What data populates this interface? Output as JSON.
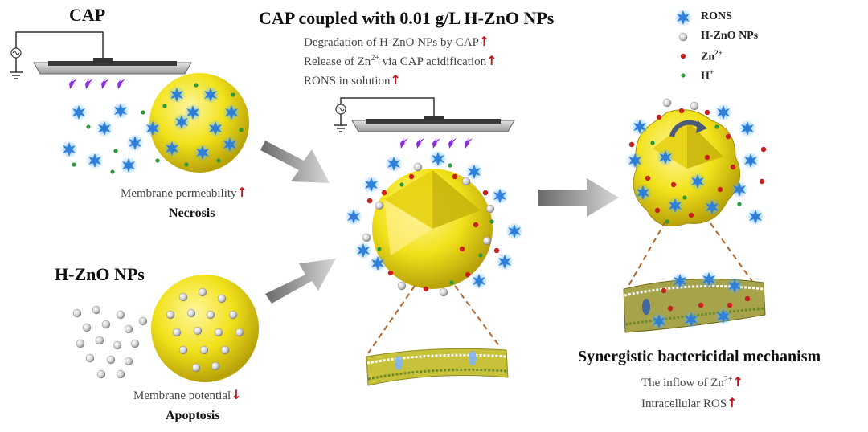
{
  "titles": {
    "cap": "CAP",
    "h_zno": "H-ZnO NPs",
    "coupled": "CAP coupled with 0.01 g/L H-ZnO NPs",
    "synergistic": "Synergistic bactericidal mechanism"
  },
  "notes": {
    "coupled": [
      {
        "pre": "Degradation of H-ZnO NPs by CAP",
        "sup": "",
        "post": ""
      },
      {
        "pre": "Release of Zn",
        "sup": "2+",
        "post": " via CAP acidification"
      },
      {
        "pre": "RONS in solution",
        "sup": "",
        "post": ""
      }
    ],
    "cap_effect": "Membrane permeability",
    "cap_outcome": "Necrosis",
    "zno_effect": "Membrane potential",
    "zno_outcome": "Apoptosis",
    "syn": [
      {
        "pre": "The inflow of Zn",
        "sup": "2+",
        "post": ""
      },
      {
        "pre": "Intracellular ROS",
        "sup": "",
        "post": ""
      }
    ]
  },
  "arrows": {
    "up": "↑",
    "down": "↓"
  },
  "legend": [
    {
      "name": "rons-icon",
      "label": "RONS",
      "sup": ""
    },
    {
      "name": "zno-np-icon",
      "label": "H-ZnO NPs",
      "sup": ""
    },
    {
      "name": "zn-ion-icon",
      "label": "Zn",
      "sup": "2+"
    },
    {
      "name": "proton-icon",
      "label": "H",
      "sup": "+"
    }
  ],
  "colors": {
    "cell": "#f2e21a",
    "rons": "#2f7fd8",
    "zn_ion": "#c81e1e",
    "proton": "#2a9a3a",
    "nanoparticle": "#d8d8d8",
    "up_arrow": "#c0161d",
    "spark": "#8a2be2",
    "dashed_line": "#b4662a"
  }
}
